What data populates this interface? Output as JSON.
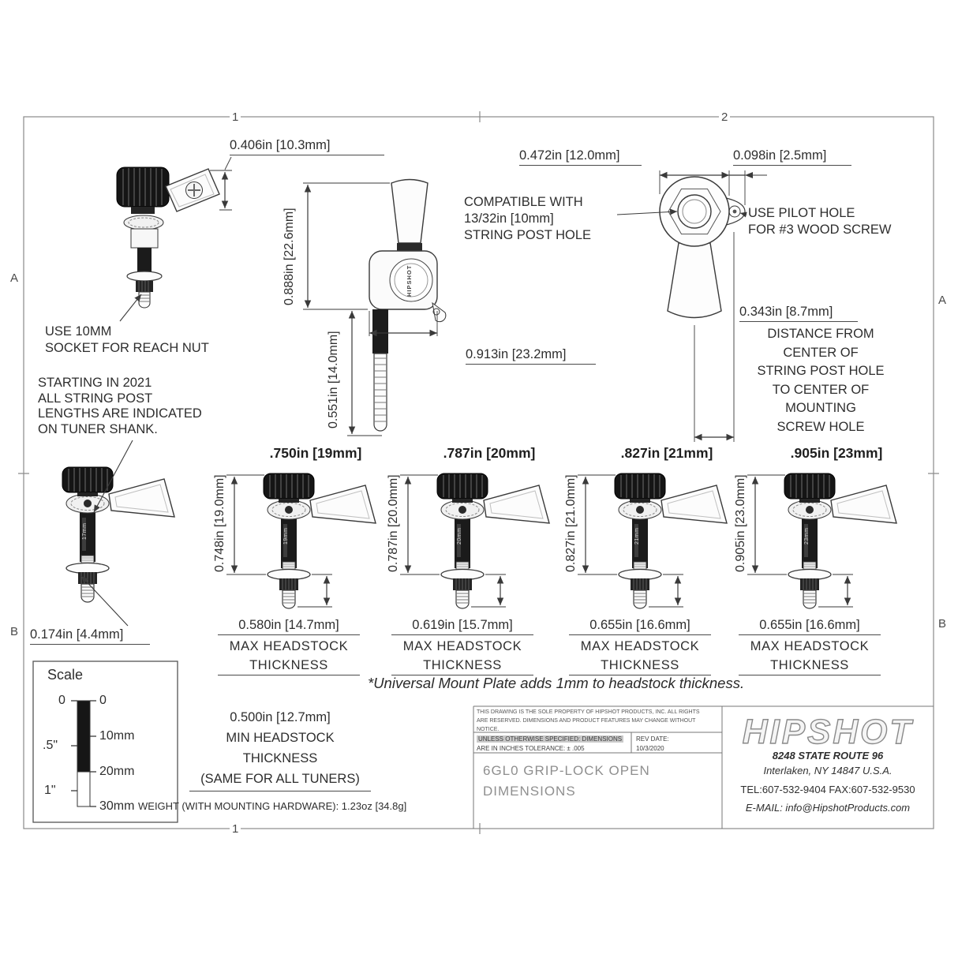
{
  "colors": {
    "line": "#3a3a3a",
    "knob_black": "#151515",
    "title_gray": "#8f8f8f"
  },
  "zones": {
    "top_1": "1",
    "top_2": "2",
    "left_a": "A",
    "left_b": "B",
    "right_a": "A",
    "right_b": "B",
    "bottom_1": "1"
  },
  "front_view": {
    "knob_dim": "0.406in [10.3mm]",
    "socket_note": [
      "USE 10MM",
      "SOCKET FOR REACH NUT"
    ]
  },
  "side_view": {
    "height_dim": "0.888in [22.6mm]",
    "post_dim": "0.551in [14.0mm]",
    "width_dim": "0.913in [23.2mm]",
    "badge": "HIPSHOT"
  },
  "compat_note": [
    "COMPATIBLE WITH",
    "13/32in [10mm]",
    "STRING POST HOLE"
  ],
  "rear_view": {
    "body_dim": "0.472in [12.0mm]",
    "ear_dim": "0.098in [2.5mm]",
    "pilot_note": [
      "USE PILOT HOLE",
      "FOR #3 WOOD SCREW"
    ],
    "offset_dim": "0.343in [8.7mm]",
    "offset_note": [
      "DISTANCE FROM",
      "CENTER OF",
      "STRING POST HOLE",
      "TO CENTER OF",
      "MOUNTING",
      "SCREW HOLE"
    ]
  },
  "shank_note": [
    "STARTING IN 2021",
    "ALL STRING POST",
    "LENGTHS ARE INDICATED",
    "ON TUNER SHANK."
  ],
  "washer_dim": "0.174in [4.4mm]",
  "tuners": [
    {
      "post_label": "17mm"
    },
    {
      "header": ".750in [19mm]",
      "post_dim": "0.748in [19.0mm]",
      "max_dim": "0.580in [14.7mm]",
      "max_note_1": "MAX HEADSTOCK",
      "max_note_2": "THICKNESS",
      "post_label": "19mm"
    },
    {
      "header": ".787in [20mm]",
      "post_dim": "0.787in [20.0mm]",
      "max_dim": "0.619in [15.7mm]",
      "max_note_1": "MAX HEADSTOCK",
      "max_note_2": "THICKNESS",
      "post_label": "20mm"
    },
    {
      "header": ".827in [21mm]",
      "post_dim": "0.827in [21.0mm]",
      "max_dim": "0.655in [16.6mm]",
      "max_note_1": "MAX HEADSTOCK",
      "max_note_2": "THICKNESS",
      "post_label": "21mm"
    },
    {
      "header": ".905in [23mm]",
      "post_dim": "0.905in [23.0mm]",
      "max_dim": "0.655in [16.6mm]",
      "max_note_1": "MAX HEADSTOCK",
      "max_note_2": "THICKNESS",
      "post_label": "23mm"
    }
  ],
  "scale_box": {
    "title": "Scale",
    "inch_zero": "0",
    "mm_zero": "0",
    "half_inch": ".5\"",
    "ten_mm": "10mm",
    "twenty_mm": "20mm",
    "one_inch": "1\"",
    "thirty_mm": "30mm"
  },
  "min_thickness": [
    "0.500in [12.7mm]",
    "MIN HEADSTOCK",
    "THICKNESS",
    "(SAME FOR ALL TUNERS)"
  ],
  "universal_note": "*Universal Mount Plate adds 1mm to headstock thickness.",
  "weight_note": "WEIGHT (WITH MOUNTING HARDWARE): 1.23oz [34.8g]",
  "title_block": {
    "disclaimer": [
      "THIS DRAWING IS THE SOLE PROPERTY OF HIPSHOT PRODUCTS, INC. ALL RIGHTS",
      "ARE RESERVED. DIMENSIONS AND PRODUCT FEATURES MAY CHANGE WITHOUT",
      "NOTICE."
    ],
    "spec_line_1": "UNLESS OTHERWISE SPECIFIED: DIMENSIONS",
    "spec_line_2": "ARE IN INCHES TOLERANCE:  ± .005",
    "rev_label": "REV DATE:",
    "rev_value": "10/3/2020",
    "doc_title_1": "6GL0 GRIP-LOCK OPEN",
    "doc_title_2": "DIMENSIONS",
    "logo": "HIPSHOT",
    "address_1": "8248 STATE ROUTE 96",
    "address_2": "Interlaken, NY 14847 U.S.A.",
    "address_3": "TEL:607-532-9404 FAX:607-532-9530",
    "address_4": "E-MAIL: info@HipshotProducts.com"
  }
}
